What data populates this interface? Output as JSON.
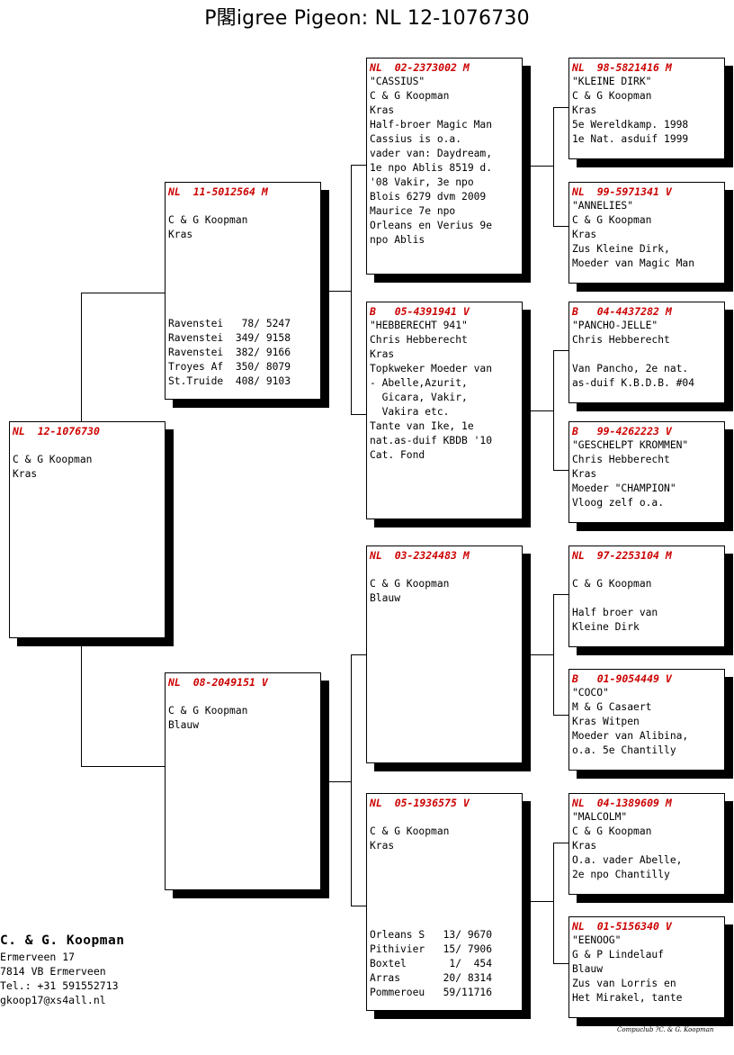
{
  "title": "P閣igree Pigeon: NL  12-1076730",
  "subject": {
    "ring": "NL  12-1076730",
    "lines": [
      "",
      "C & G Koopman",
      "Kras"
    ]
  },
  "father": {
    "ring": "NL  11-5012564 M",
    "lines": [
      "",
      "C & G Koopman",
      "Kras"
    ],
    "results": [
      "Ravenstei   78/ 5247",
      "Ravenstei  349/ 9158",
      "Ravenstei  382/ 9166",
      "Troyes Af  350/ 8079",
      "St.Truide  408/ 9103"
    ]
  },
  "mother": {
    "ring": "NL  08-2049151 V",
    "lines": [
      "",
      "C & G Koopman",
      "Blauw"
    ]
  },
  "ff": {
    "ring": "NL  02-2373002 M",
    "lines": [
      "\"CASSIUS\"",
      "C & G Koopman",
      "Kras",
      "Half-broer Magic Man",
      "Cassius is o.a.",
      "vader van: Daydream,",
      "1e npo Ablis 8519 d.",
      "'08 Vakir, 3e npo",
      "Blois 6279 dvm 2009",
      "Maurice 7e npo",
      "Orleans en Verius 9e",
      "npo Ablis"
    ]
  },
  "fm": {
    "ring": "B   05-4391941 V",
    "lines": [
      "\"HEBBERECHT 941\"",
      "Chris Hebberecht",
      "Kras",
      "Topkweker Moeder van",
      "- Abelle,Azurit,",
      "  Gicara, Vakir,",
      "  Vakira etc.",
      "Tante van Ike, 1e",
      "nat.as-duif KBDB '10",
      "Cat. Fond"
    ]
  },
  "mf": {
    "ring": "NL  03-2324483 M",
    "lines": [
      "",
      "C & G Koopman",
      "Blauw"
    ]
  },
  "mm": {
    "ring": "NL  05-1936575 V",
    "lines": [
      "",
      "C & G Koopman",
      "Kras"
    ],
    "results": [
      "Orleans S   13/ 9670",
      "Pithivier   15/ 7906",
      "Boxtel       1/  454",
      "Arras       20/ 8314",
      "Pommeroeu   59/11716"
    ]
  },
  "fff": {
    "ring": "NL  98-5821416 M",
    "lines": [
      "\"KLEINE DIRK\"",
      "C & G Koopman",
      "Kras",
      "5e Wereldkamp. 1998",
      "1e Nat. asduif 1999"
    ]
  },
  "ffm": {
    "ring": "NL  99-5971341 V",
    "lines": [
      "\"ANNELIES\"",
      "C & G Koopman",
      "Kras",
      "Zus Kleine Dirk,",
      "Moeder van Magic Man"
    ]
  },
  "fmf": {
    "ring": "B   04-4437282 M",
    "lines": [
      "\"PANCHO-JELLE\"",
      "Chris Hebberecht",
      "",
      "Van Pancho, 2e nat.",
      "as-duif K.B.D.B. #04"
    ]
  },
  "fmm": {
    "ring": "B   99-4262223 V",
    "lines": [
      "\"GESCHELPT KROMMEN\"",
      "Chris Hebberecht",
      "Kras",
      "Moeder \"CHAMPION\"",
      "Vloog zelf o.a."
    ]
  },
  "mff": {
    "ring": "NL  97-2253104 M",
    "lines": [
      "",
      "C & G Koopman",
      "",
      "Half broer van",
      "Kleine Dirk"
    ]
  },
  "mfm": {
    "ring": "B   01-9054449 V",
    "lines": [
      "\"COCO\"",
      "M & G Casaert",
      "Kras Witpen",
      "Moeder van Alibina,",
      "o.a. 5e Chantilly"
    ]
  },
  "mmf": {
    "ring": "NL  04-1389609 M",
    "lines": [
      "\"MALCOLM\"",
      "C & G Koopman",
      "Kras",
      "O.a. vader Abelle,",
      "2e npo Chantilly"
    ]
  },
  "mmm": {
    "ring": "NL  01-5156340 V",
    "lines": [
      "\"EENOOG\"",
      "G & P Lindelauf",
      "Blauw",
      "Zus van Lorris en",
      "Het Mirakel, tante"
    ]
  },
  "footer": {
    "name": "C. & G. Koopman",
    "address": "Ermerveen 17",
    "city": "7814 VB  Ermerveen",
    "tel": "Tel.: +31 591552713",
    "email": "gkoop17@xs4all.nl"
  },
  "credit": "Compuclub ?C. & G. Koopman"
}
